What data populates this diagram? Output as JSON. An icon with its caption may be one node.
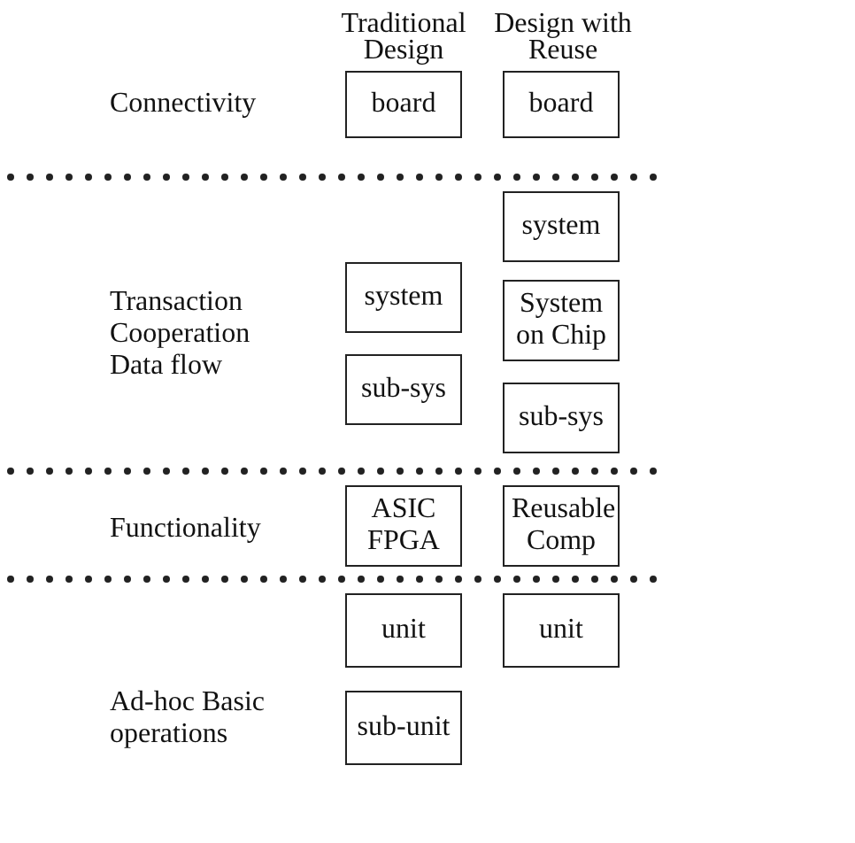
{
  "diagram": {
    "nodes": [
      {
        "text": [
          "board"
        ]
      },
      {
        "text": [
          "board"
        ]
      },
      {
        "text": [
          "system"
        ]
      },
      {
        "text": [
          "system"
        ]
      },
      {
        "text": [
          "System on Chip"
        ]
      },
      {
        "text": [
          "sub-sys"
        ]
      },
      {
        "text": [
          "sub-sys"
        ]
      },
      {
        "text": [
          "ASIC FPGA"
        ]
      },
      {
        "text": [
          "Reusable Comp"
        ]
      },
      {
        "text": [
          "unit"
        ]
      },
      {
        "text": [
          "unit"
        ]
      },
      {
        "text": [
          "sub-unit"
        ]
      }
    ],
    "edges": [],
    "labels": [
      "Traditional Design",
      "Design with Reuse",
      "Connectivity",
      "Transaction Cooperation Data flow",
      "Functionality",
      "Ad-hoc Basic operations"
    ]
  }
}
